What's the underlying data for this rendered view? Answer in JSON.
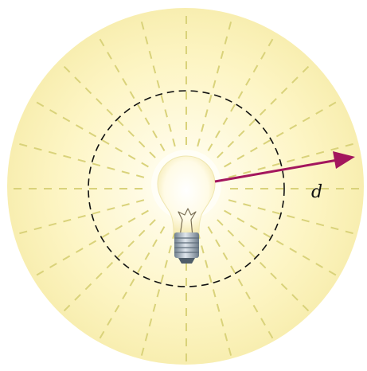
{
  "diagram": {
    "distance_label": "d",
    "elements": [
      "light-bulb",
      "glow-field",
      "radiating-rays",
      "dashed-circle",
      "distance-arrow"
    ],
    "colors": {
      "glow_center": "#fffbe0",
      "glow_edge": "#fbf2b8",
      "rays": "#d9d27a",
      "circle": "#111111",
      "arrow": "#a3165d",
      "bulb_glass": "#fffdf0",
      "bulb_base": "#8a9aa8"
    },
    "ray_count": 24
  }
}
